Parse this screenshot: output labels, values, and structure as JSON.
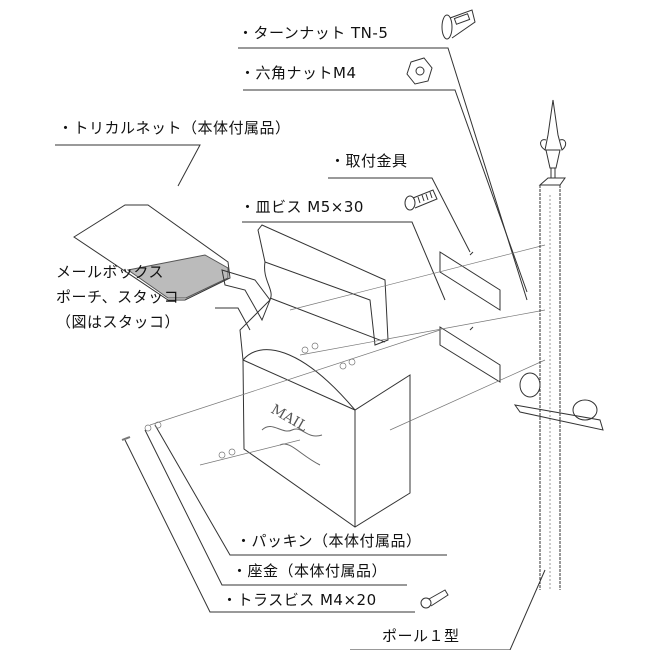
{
  "labels": {
    "turn_nut": "・ターンナット TN-5",
    "hex_nut": "・六角ナットM4",
    "torikaru_net": "・トリカルネット（本体付属品）",
    "bracket": "・取付金具",
    "flat_screw": "・皿ビス M5×30",
    "mailbox_line1": "メールボックス",
    "mailbox_line2": "ポーチ、スタッコ",
    "mailbox_line3": "（図はスタッコ）",
    "packing": "・パッキン（本体付属品）",
    "washer": "・座金（本体付属品）",
    "truss_screw": "・トラスビス M4×20",
    "pole": "ポール１型"
  },
  "mailbox_emblem": "MAIL",
  "colors": {
    "line": "#333333",
    "background": "#ffffff"
  }
}
